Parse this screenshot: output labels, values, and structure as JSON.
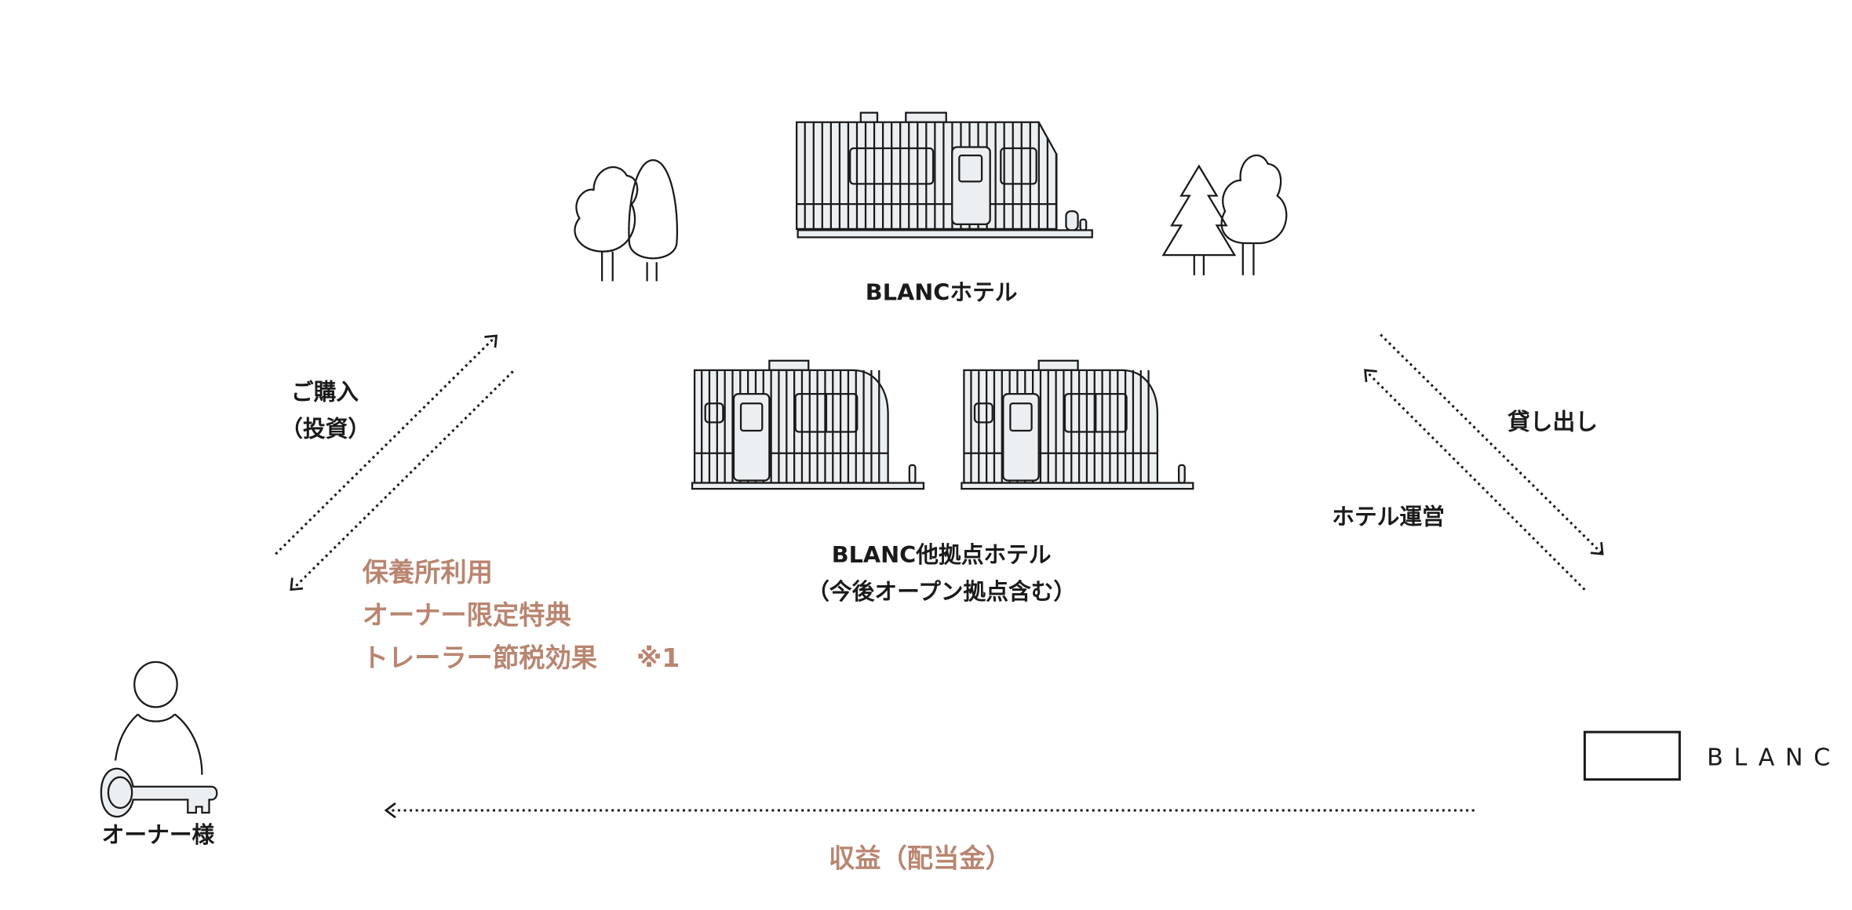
{
  "center": {
    "main_hotel_label": "BLANCホテル",
    "other_hotels_label": "BLANC他拠点ホテル",
    "other_hotels_note": "（今後オープン拠点含む）"
  },
  "left_flow": {
    "purchase_label": "ご購入",
    "investment_label": "（投資）",
    "benefits": [
      "保養所利用",
      "オーナー限定特典",
      "トレーラー節税効果"
    ],
    "footnote_mark": "※1"
  },
  "right_flow": {
    "lending_label": "貸し出し",
    "operation_label": "ホテル運営"
  },
  "owner": {
    "label": "オーナー様"
  },
  "company": {
    "logo_text": "BLANC"
  },
  "bottom_flow": {
    "revenue_label": "収益（配当金）"
  },
  "colors": {
    "accent": "#b98570",
    "ink": "#1a1a1a",
    "fill": "#eceff2"
  }
}
